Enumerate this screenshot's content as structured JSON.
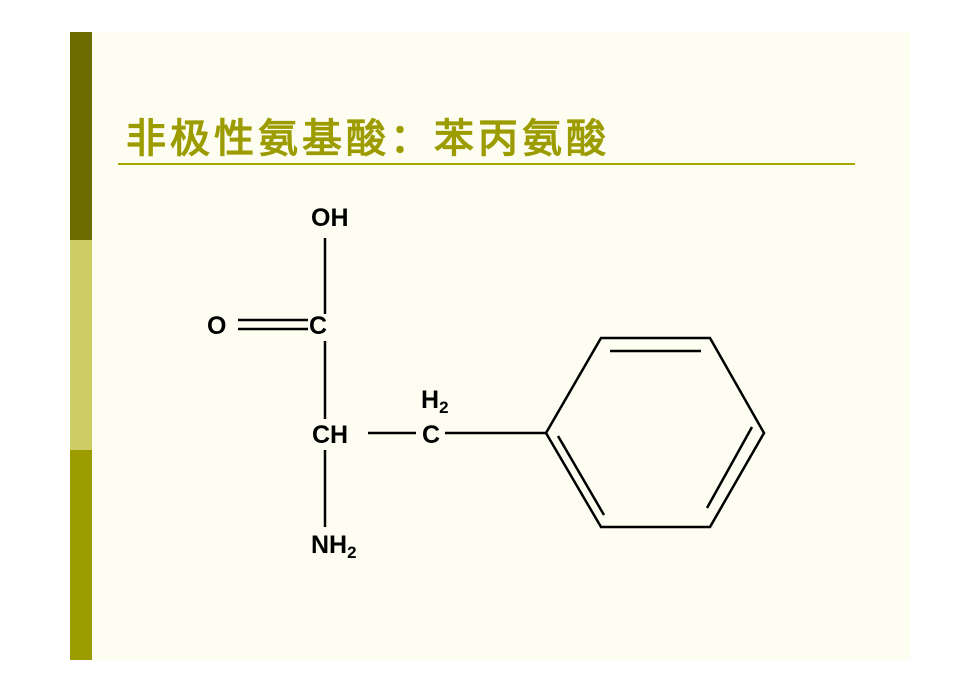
{
  "slide": {
    "title": "非极性氨基酸：苯丙氨酸"
  },
  "colors": {
    "slide_background": "#fdfdf1",
    "accent_bar": [
      "#6b6b00",
      "#cdcd66",
      "#9c9c00"
    ],
    "title": "#9c9c00",
    "rule": "#a8a800",
    "structure": "#000000"
  },
  "structure": {
    "atoms": {
      "oh": {
        "main": "OH"
      },
      "o": {
        "main": "O"
      },
      "c_carboxyl": {
        "main": "C"
      },
      "ch": {
        "main": "CH"
      },
      "h2_ch2": {
        "main": "H",
        "sub": "2"
      },
      "c_ch2": {
        "main": "C"
      },
      "nh2": {
        "main": "NH",
        "sub": "2"
      }
    },
    "ring": "benzene"
  }
}
